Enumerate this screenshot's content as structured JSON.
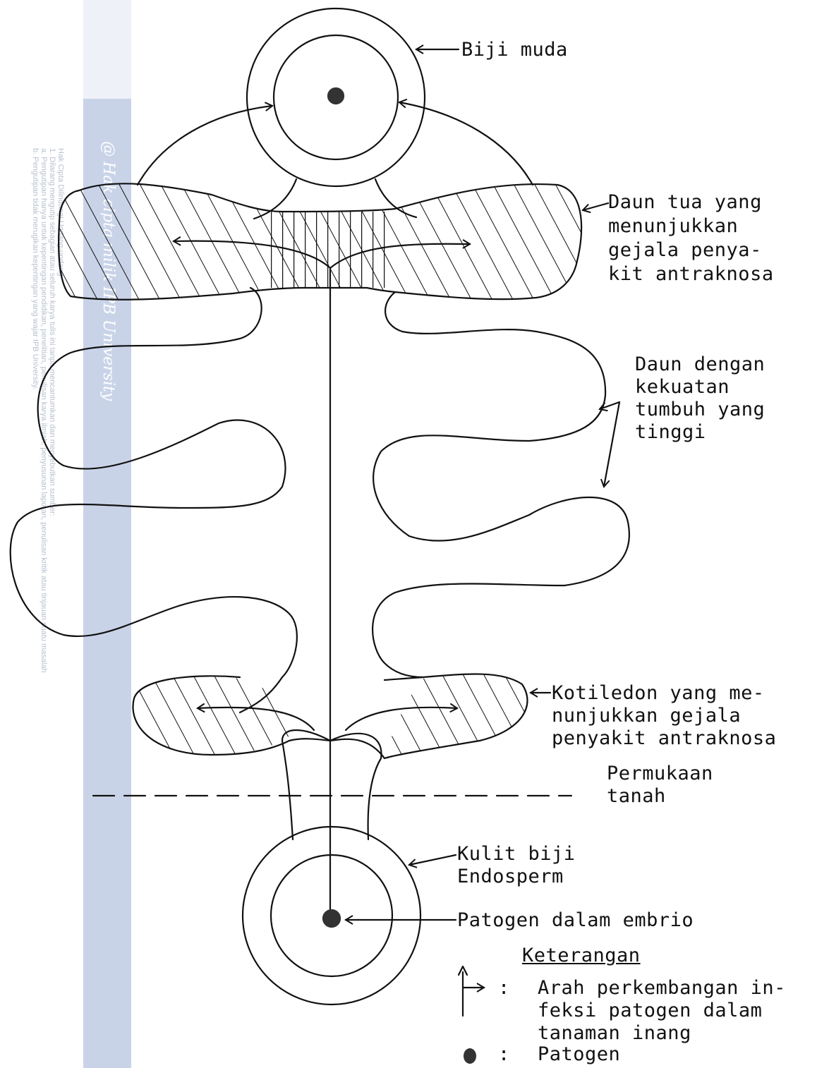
{
  "watermark": {
    "institution": "@ Hak cipta milik IPB University",
    "notice_lines": [
      "Hak Cipta Dilindungi Undang-undang",
      "1. Dilarang mengutip sebagian atau seluruh karya tulis ini tanpa mencantumkan dan menyebutkan sumber:",
      "a. Pengutipan hanya untuk kepentingan pendidikan, penelitian, penulisan karya ilmiah, penyusunan laporan, penulisan kritik atau tinjauan suatu masalah",
      "b. Pengutipan tidak merugikan kepentingan yang wajar IPB University."
    ]
  },
  "labels": {
    "biji_muda": "Biji muda",
    "daun_tua": [
      "Daun tua yang",
      "menunjukkan",
      "gejala penya-",
      "kit antraknosa"
    ],
    "daun_kuat": [
      "Daun dengan",
      "kekuatan",
      "tumbuh yang",
      "tinggi"
    ],
    "kotiledon": [
      "Kotiledon yang me-",
      "nunjukkan gejala",
      "penyakit antraknosa"
    ],
    "permukaan": [
      "Permukaan",
      "tanah"
    ],
    "kulit": [
      "Kulit biji",
      "Endosperm"
    ],
    "patogen_embrio": "Patogen dalam embrio"
  },
  "legend": {
    "title": "Keterangan",
    "items": [
      {
        "symbol": "arrow-icon",
        "separator": ":",
        "text": [
          "Arah perkembangan in-",
          "feksi patogen dalam",
          "tanaman inang"
        ]
      },
      {
        "symbol": "dot-icon",
        "separator": ":",
        "text": [
          "Patogen"
        ]
      }
    ]
  },
  "colors": {
    "ink": "#111111",
    "band": "#c9d3e8"
  }
}
